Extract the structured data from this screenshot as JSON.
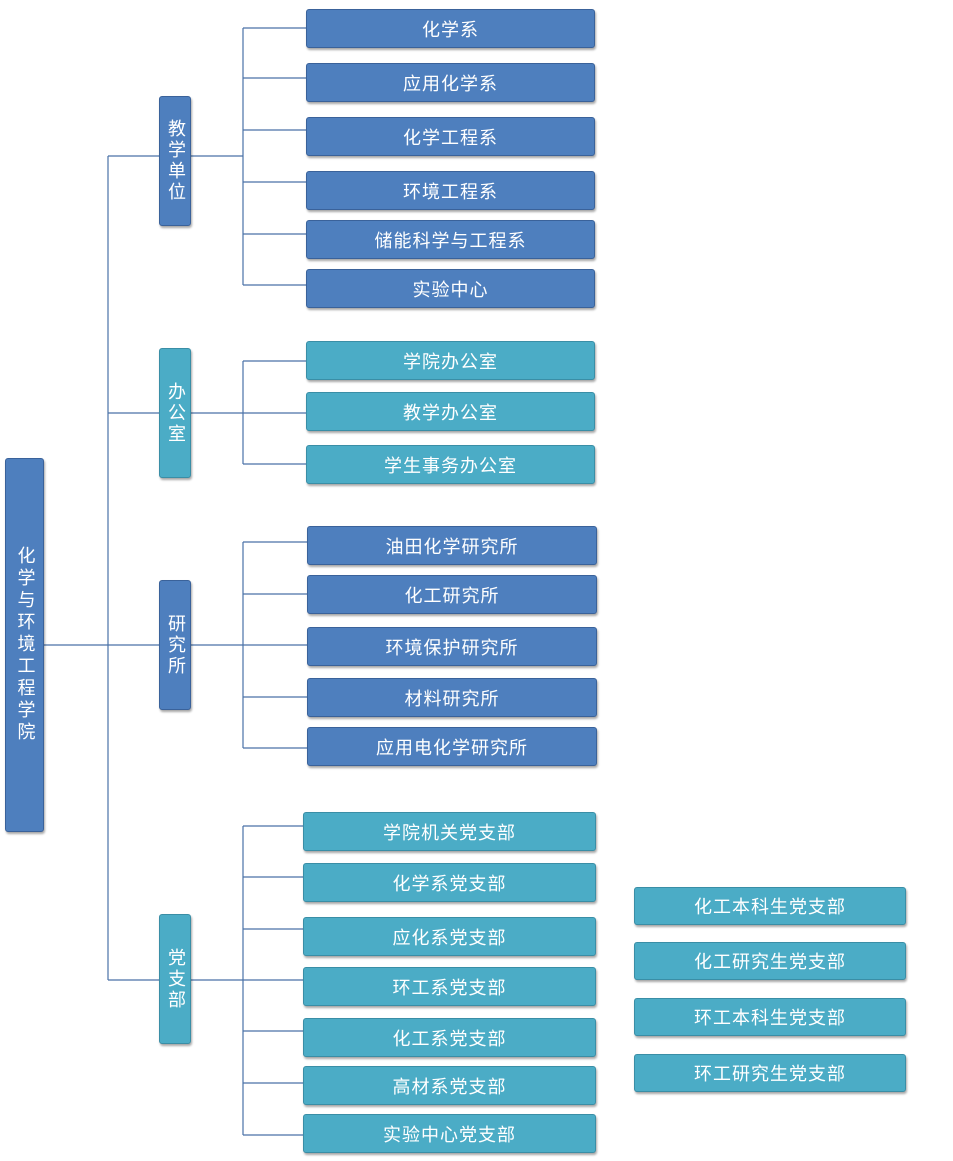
{
  "root": {
    "label": "化学与环境工程学院"
  },
  "categories": [
    {
      "label": "教学单位",
      "items": [
        "化学系",
        "应用化学系",
        "化学工程系",
        "环境工程系",
        "储能科学与工程系",
        "实验中心"
      ]
    },
    {
      "label": "办公室",
      "items": [
        "学院办公室",
        "教学办公室",
        "学生事务办公室"
      ]
    },
    {
      "label": "研究所",
      "items": [
        "油田化学研究所",
        "化工研究所",
        "环境保护研究所",
        "材料研究所",
        "应用电化学研究所"
      ]
    },
    {
      "label": "党支部",
      "items": [
        "学院机关党支部",
        "化学系党支部",
        "应化系党支部",
        "环工系党支部",
        "化工系党支部",
        "高材系党支部",
        "实验中心党支部"
      ]
    }
  ],
  "extra_branches": [
    "化工本科生党支部",
    "化工研究生党支部",
    "环工本科生党支部",
    "环工研究生党支部"
  ],
  "colors": {
    "dark_blue": "#4e7fbe",
    "teal": "#4bacc6",
    "line": "#4a72a8"
  }
}
